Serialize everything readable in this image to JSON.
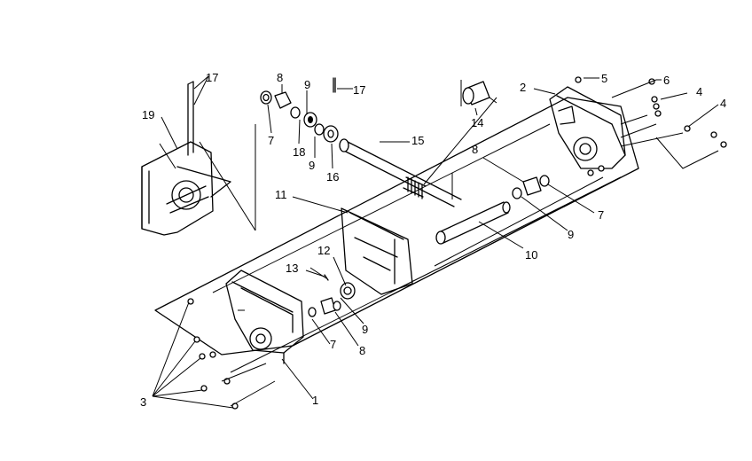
{
  "diagram": {
    "parts": [
      {
        "id": "1",
        "label": "1"
      },
      {
        "id": "2",
        "label": "2"
      },
      {
        "id": "3",
        "label": "3"
      },
      {
        "id": "4a",
        "label": "4"
      },
      {
        "id": "4b",
        "label": "4"
      },
      {
        "id": "5",
        "label": "5"
      },
      {
        "id": "6",
        "label": "6"
      },
      {
        "id": "7a",
        "label": "7"
      },
      {
        "id": "7b",
        "label": "7"
      },
      {
        "id": "7c",
        "label": "7"
      },
      {
        "id": "8a",
        "label": "8"
      },
      {
        "id": "8b",
        "label": "8"
      },
      {
        "id": "8c",
        "label": "8"
      },
      {
        "id": "9a",
        "label": "9"
      },
      {
        "id": "9b",
        "label": "9"
      },
      {
        "id": "9c",
        "label": "9"
      },
      {
        "id": "9d",
        "label": "9"
      },
      {
        "id": "10",
        "label": "10"
      },
      {
        "id": "11",
        "label": "11"
      },
      {
        "id": "12",
        "label": "12"
      },
      {
        "id": "13",
        "label": "13"
      },
      {
        "id": "14",
        "label": "14"
      },
      {
        "id": "15",
        "label": "15"
      },
      {
        "id": "16",
        "label": "16"
      },
      {
        "id": "17a",
        "label": "17"
      },
      {
        "id": "17b",
        "label": "17"
      },
      {
        "id": "18",
        "label": "18"
      },
      {
        "id": "19",
        "label": "19"
      }
    ]
  }
}
